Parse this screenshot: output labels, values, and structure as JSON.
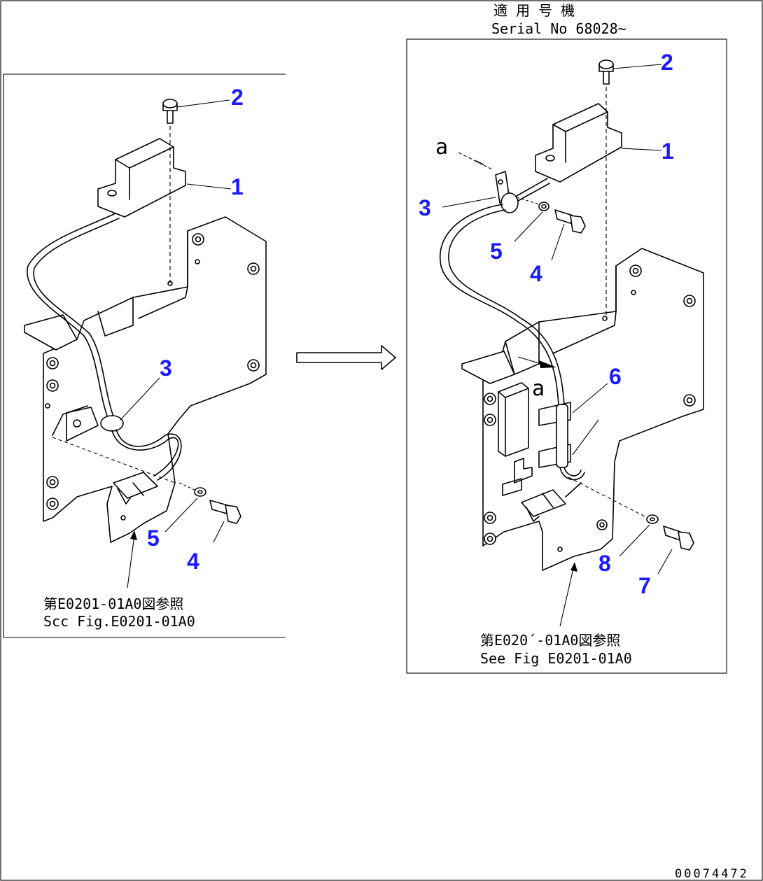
{
  "colors": {
    "callout": "#1a1aff",
    "line": "#000000",
    "background": "#ffffff"
  },
  "left_view": {
    "callouts": [
      "2",
      "1",
      "3",
      "5",
      "4"
    ],
    "reference_jp": "第E0201-01A0図参照",
    "reference_en": "Scc Fig.E0201-01A0"
  },
  "right_view": {
    "applicable_jp": "適 用 号 機",
    "serial": "Serial No 68028~",
    "callouts": [
      "2",
      "1",
      "3",
      "5",
      "4",
      "6",
      "8",
      "7"
    ],
    "view_mark_top": "a",
    "view_mark_mid": "a",
    "reference_jp": "第E020´-01A0図参照",
    "reference_en": "See Fig E0201-01A0"
  },
  "transition_arrow": "right-arrow",
  "drawing_code": "00074472"
}
